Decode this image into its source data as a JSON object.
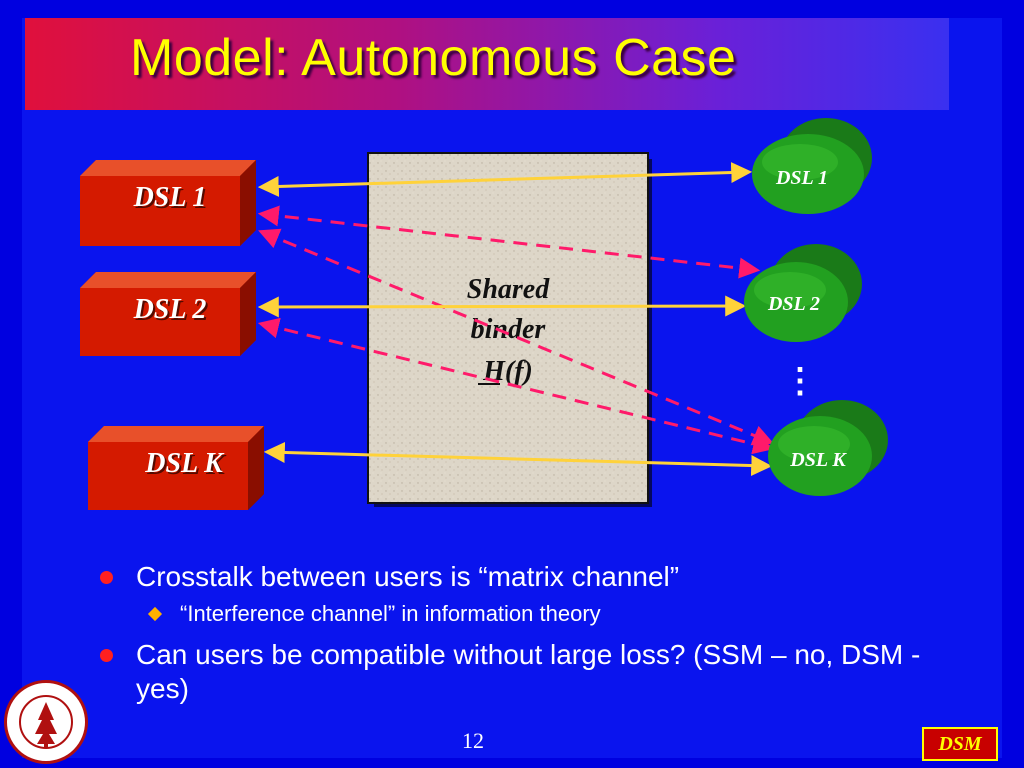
{
  "title": "Model: Autonomous Case",
  "left_boxes": [
    {
      "label": "DSL 1"
    },
    {
      "label": "DSL 2"
    },
    {
      "label": "DSL K"
    }
  ],
  "binder": {
    "line1": "Shared",
    "line2": "binder",
    "line3": "H(f)"
  },
  "right_nodes": [
    {
      "label": "DSL 1"
    },
    {
      "label": "DSL 2"
    },
    {
      "label": "DSL K"
    }
  ],
  "ellipsis": "⋮",
  "bullets": [
    {
      "text": "Crosstalk between users is “matrix channel”",
      "sub": [
        "“Interference channel” in information theory"
      ]
    },
    {
      "text": "Can users be compatible without large loss? (SSM – no,  DSM - yes)",
      "sub": []
    }
  ],
  "page_number": "12",
  "badge": "DSM",
  "colors": {
    "background": "#0a14ee",
    "title_text": "#ffff00",
    "box_red": "#d41a00",
    "node_green": "#22a020",
    "direct_line": "#ffd23a",
    "crosstalk_line": "#ff1a6a"
  },
  "icons": {
    "bullet": "red-dot-icon",
    "sub_bullet": "orange-diamond-icon",
    "seal": "university-seal-icon"
  }
}
